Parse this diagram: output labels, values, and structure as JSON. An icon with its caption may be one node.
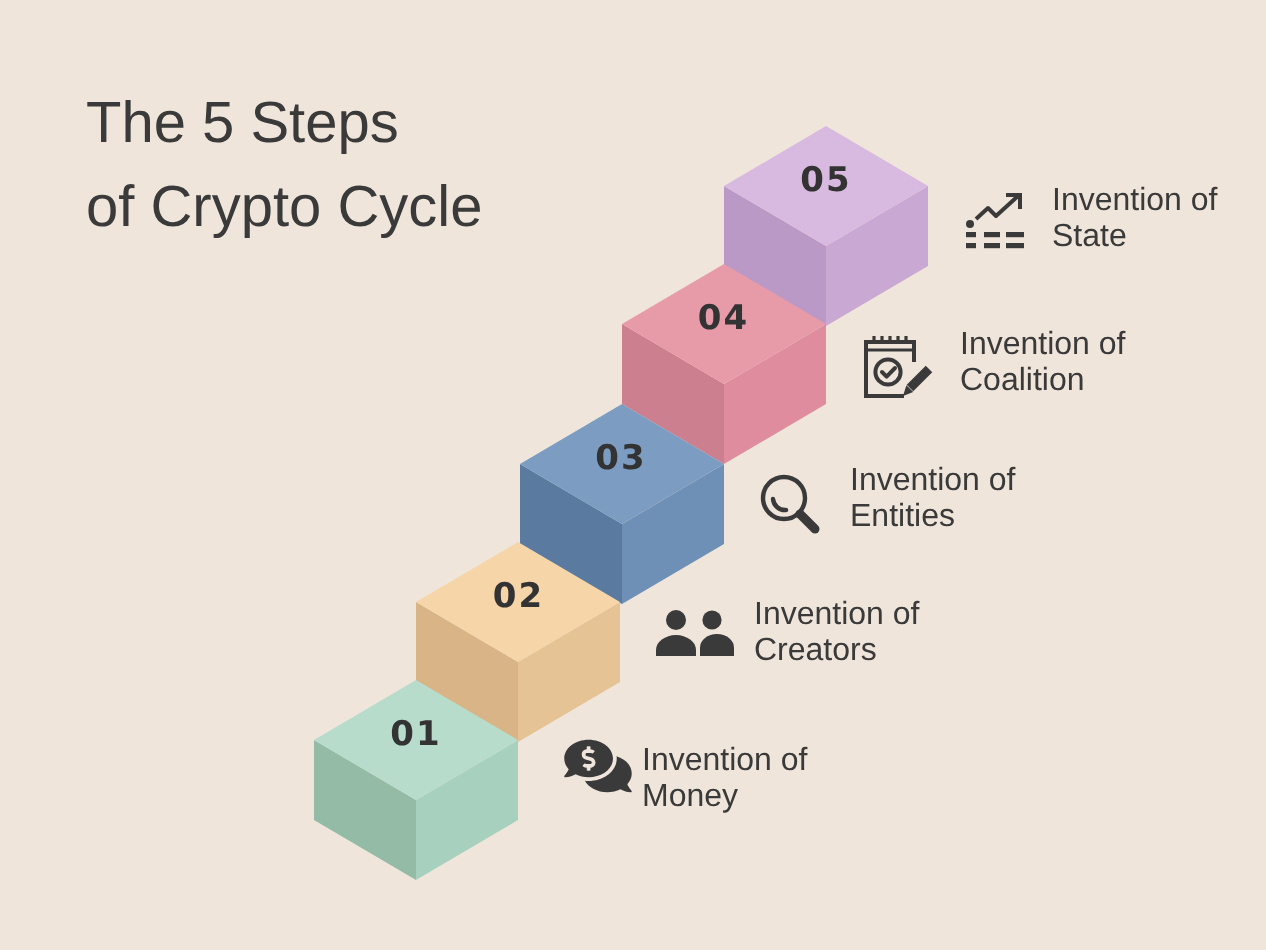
{
  "diagram": {
    "title": "The 5 Steps of Crypto Cycle",
    "nodes": [
      {
        "text": [
          "01"
        ]
      },
      {
        "text": [
          "02"
        ]
      },
      {
        "text": [
          "03"
        ]
      },
      {
        "text": [
          "04"
        ]
      },
      {
        "text": [
          "05"
        ]
      }
    ],
    "labels": [
      "Invention of State",
      "Invention of Coalition",
      "Invention of Entities",
      "Invention of Creators",
      "Invention of Money"
    ]
  }
}
